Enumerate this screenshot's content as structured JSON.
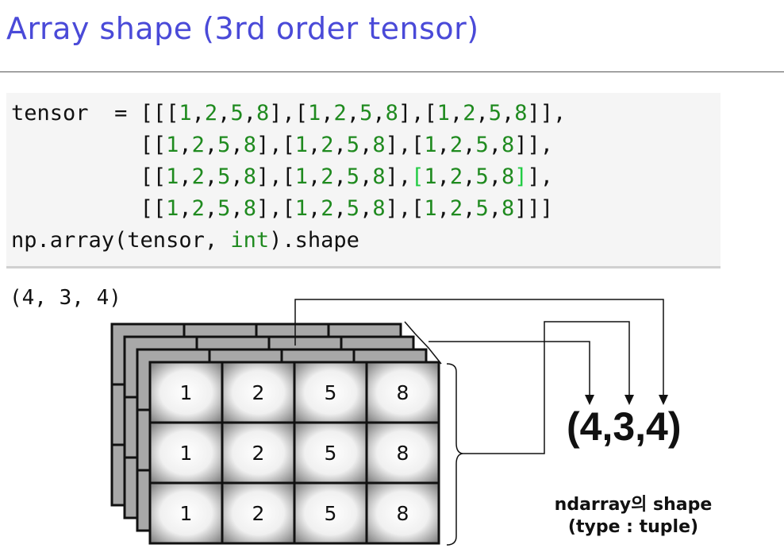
{
  "title": "Array shape (3rd order tensor)",
  "code": {
    "var": "tensor",
    "assign": "=",
    "rows": [
      [
        "1",
        "2",
        "5",
        "8"
      ],
      [
        "1",
        "2",
        "5",
        "8"
      ],
      [
        "1",
        "2",
        "5",
        "8"
      ]
    ],
    "call_prefix": "np.array(tensor, ",
    "call_keyword": "int",
    "call_suffix": ").shape"
  },
  "output": "(4, 3, 4)",
  "diagram": {
    "cells": [
      [
        "1",
        "2",
        "5",
        "8"
      ],
      [
        "1",
        "2",
        "5",
        "8"
      ],
      [
        "1",
        "2",
        "5",
        "8"
      ]
    ],
    "shape_label": "(4,3,4)",
    "caption_line1": "ndarray의 shape",
    "caption_line2": "(type : tuple)"
  }
}
